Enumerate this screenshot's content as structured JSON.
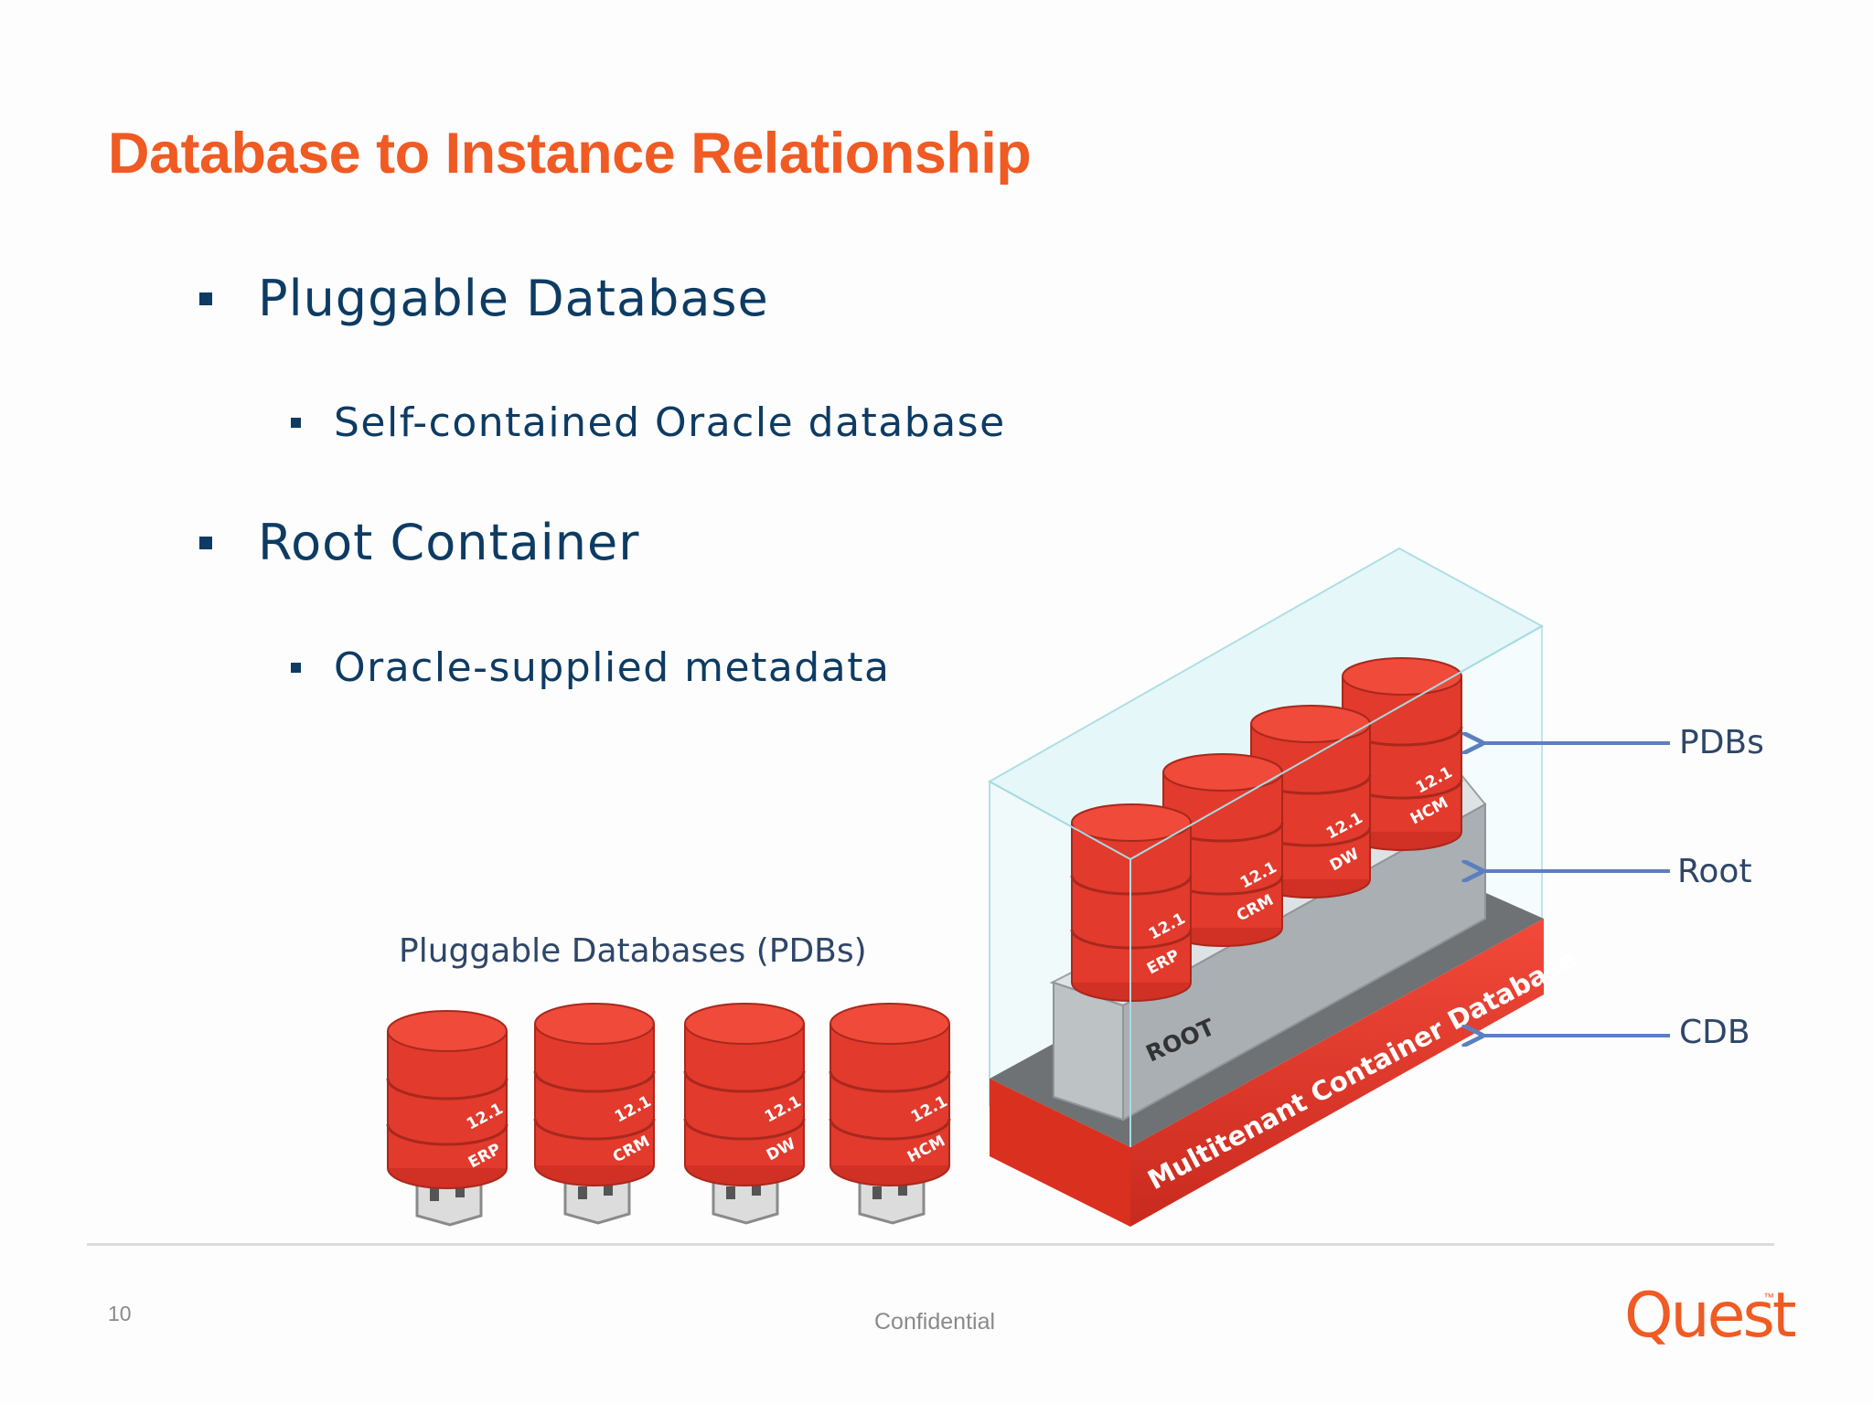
{
  "slide": {
    "title": "Database to Instance Relationship",
    "page_number": "10",
    "footer_label": "Confidential",
    "logo_text": "Quest",
    "logo_tm": "™"
  },
  "bullets": [
    {
      "text": "Pluggable Database",
      "sub": [
        {
          "text": "Self-contained Oracle database"
        }
      ]
    },
    {
      "text": "Root Container",
      "sub": [
        {
          "text": "Oracle-supplied metadata"
        }
      ]
    }
  ],
  "diagram": {
    "pdbs_caption": "Pluggable Databases (PDBs)",
    "version": "12.1",
    "pdb_names": [
      "ERP",
      "CRM",
      "DW",
      "HCM"
    ],
    "root_label": "ROOT",
    "cdb_label": "Multitenant Container Database",
    "arrow_labels": {
      "pdbs": "PDBs",
      "root": "Root",
      "cdb": "CDB"
    }
  },
  "colors": {
    "title": "#f05a23",
    "body_text": "#0d3b63",
    "db_red": "#e8392a",
    "arrow_blue": "#5b7fbf",
    "container_glass": "#d6f2f5"
  }
}
